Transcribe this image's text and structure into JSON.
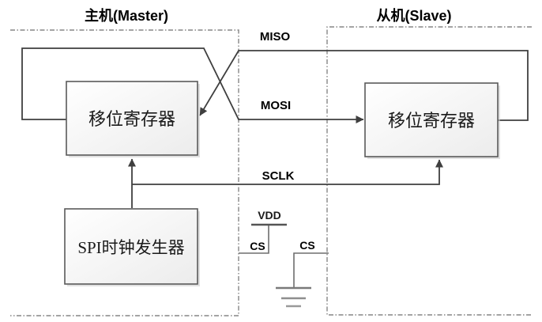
{
  "master": {
    "title": "主机(Master)",
    "shift_register": "移位寄存器",
    "clock_generator": "SPI时钟发生器",
    "cs": "CS"
  },
  "slave": {
    "title": "从机(Slave)",
    "shift_register": "移位寄存器",
    "cs": "CS"
  },
  "signals": {
    "miso": "MISO",
    "mosi": "MOSI",
    "sclk": "SCLK"
  },
  "power": {
    "vdd": "VDD"
  },
  "colors": {
    "background": "#ffffff",
    "signal_line": "#3f3f3f",
    "aux_line": "#6e6e6e",
    "dashed_border": "#858585",
    "box_border": "#5a5a5a",
    "box_fill": "#f4f4f4",
    "label_text": "#000000"
  }
}
